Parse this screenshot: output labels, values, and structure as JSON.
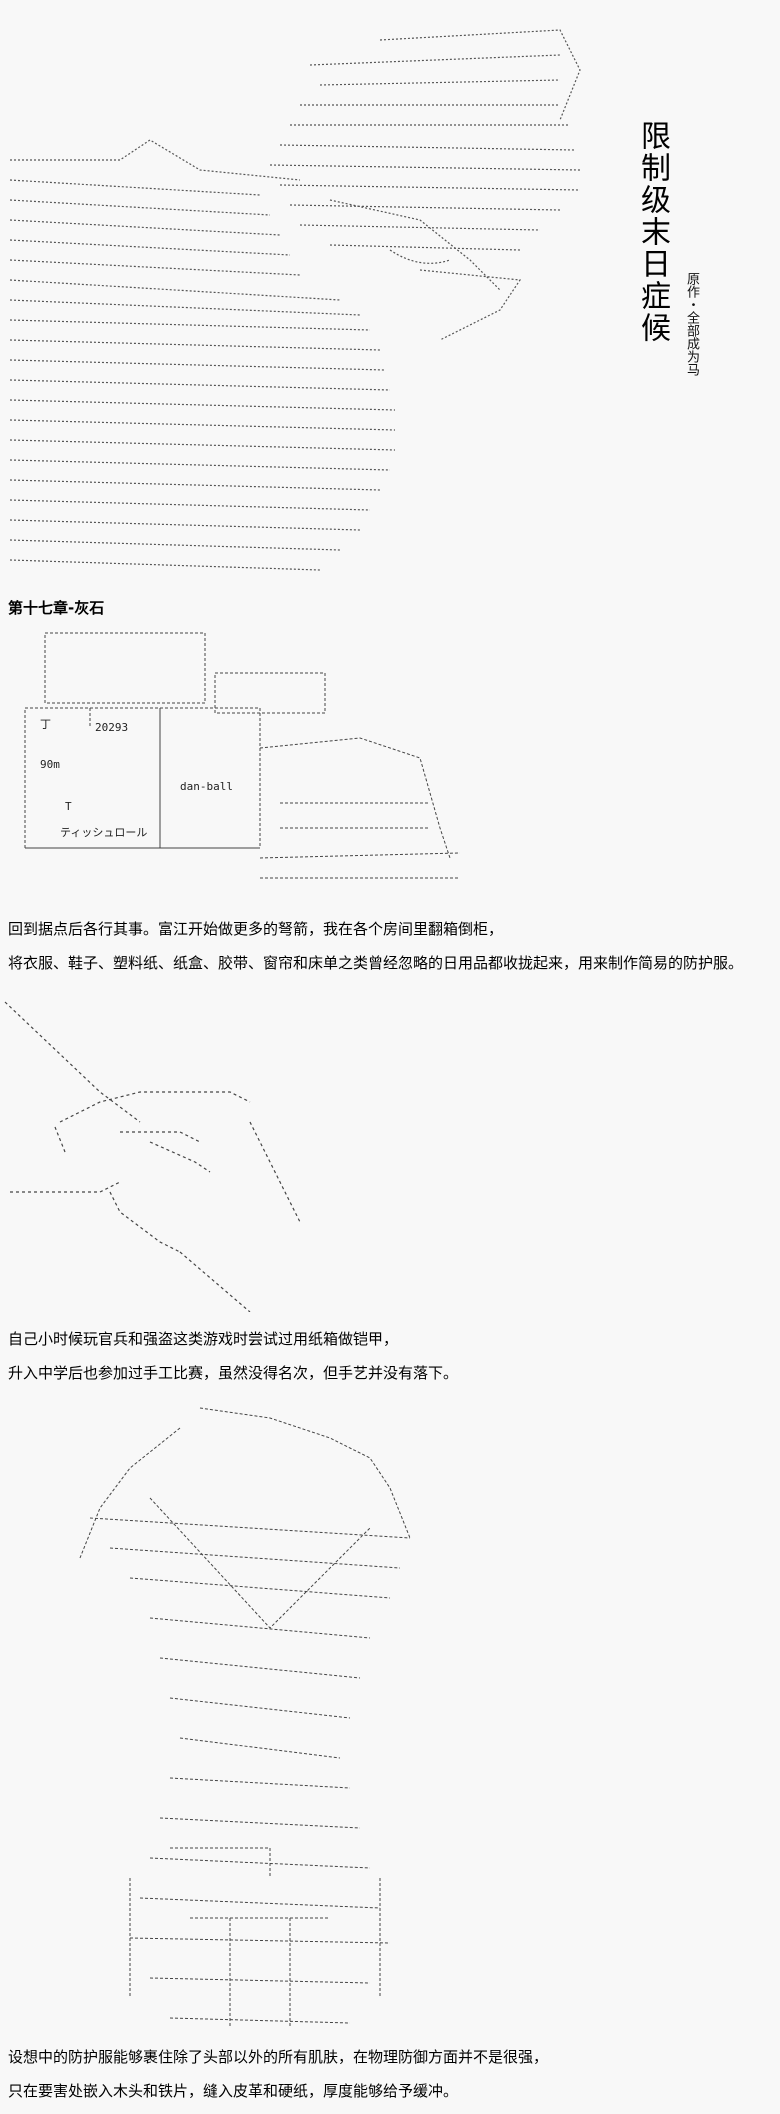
{
  "header": {
    "title": "限制级末日症候",
    "credit": "原作・全部成为马"
  },
  "chapter_title": "第十七章-灰石",
  "box_art": {
    "label_tape": "丁",
    "label_number": "20293",
    "label_90m": "90m",
    "label_t": "T",
    "label_tissue": "ティッシュロール",
    "label_danball": "dan-ball"
  },
  "paragraphs": [
    "回到据点后各行其事。富江开始做更多的弩箭，我在各个房间里翻箱倒柜，",
    "将衣服、鞋子、塑料纸、纸盒、胶带、窗帘和床单之类曾经忽略的日用品都收拢起来，用来制作简易的防护服。",
    "自己小时候玩官兵和强盗这类游戏时尝试过用纸箱做铠甲，",
    "升入中学后也参加过手工比赛，虽然没得名次，但手艺并没有落下。",
    "设想中的防护服能够裹住除了头部以外的所有肌肤，在物理防御方面并不是很强，",
    "只在要害处嵌入木头和铁片，缝入皮革和硬纸，厚度能够给予缓冲。"
  ]
}
